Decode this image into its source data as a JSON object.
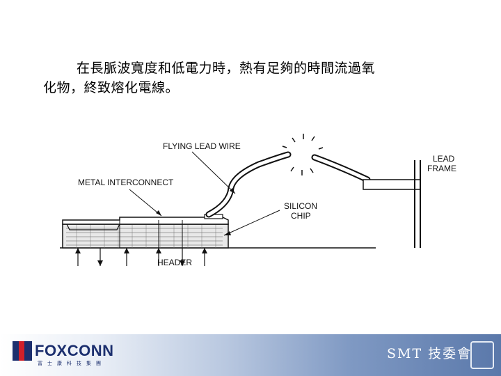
{
  "caption": {
    "line1": "在長脈波寬度和低電力時，熱有足夠的時間流過氧",
    "line2": "化物，終致熔化電線。"
  },
  "diagram": {
    "labels": {
      "flying_lead_wire": "FLYING LEAD WIRE",
      "metal_interconnect": "METAL INTERCONNECT",
      "lead_frame_1": "LEAD",
      "lead_frame_2": "FRAME",
      "silicon_chip_1": "SILICON",
      "silicon_chip_2": "CHIP",
      "header": "HEADER"
    }
  },
  "footer": {
    "brand": "FOXCONN",
    "brand_sub": "富士康科技集團",
    "title": "SMT 技委會",
    "colors": {
      "brand_blue": "#1c2f6e",
      "brand_red": "#d0202a",
      "band_end": "#5a78aa"
    }
  }
}
